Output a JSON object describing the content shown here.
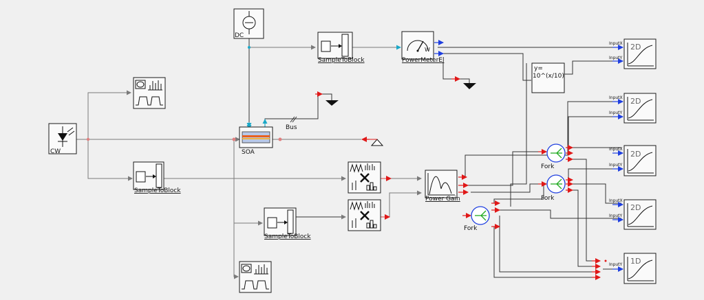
{
  "colors": {
    "background": "#f0f0f0",
    "wire_gray": "#7a7a7a",
    "wire_electrical": "#333333",
    "port_blue": "#1f3fe0",
    "port_red": "#e01818",
    "port_cyan": "#1aa8c8",
    "fork_ring": "#1f3fe0",
    "fork_arms": "#22aa22",
    "soa_fill": "#f0a040"
  },
  "blocks": {
    "dc": {
      "label": "DC",
      "icon": "dc-source-icon"
    },
    "cw": {
      "label": "CW",
      "icon": "laser-diode-icon"
    },
    "soa": {
      "label": "SOA",
      "icon": "soa-waveguide-icon"
    },
    "bus": {
      "label": "Bus"
    },
    "sampletoblock_top": {
      "label": "SampleToBlock",
      "icon": "sample-to-block-icon"
    },
    "sampletoblock_mid": {
      "label": "SampleToBlock",
      "icon": "sample-to-block-icon"
    },
    "sampletoblock_low": {
      "label": "SampleToBlock",
      "icon": "sample-to-block-icon"
    },
    "powermeter": {
      "label": "PowerMeterEl",
      "unit": "W",
      "icon": "power-meter-icon"
    },
    "formula": {
      "line1": "y=",
      "line2": "10^(x/10)"
    },
    "power_gain": {
      "label": "Power Gain",
      "icon": "gain-curve-icon"
    },
    "forks": [
      {
        "label": "Fork"
      },
      {
        "label": "Fork"
      },
      {
        "label": "Fork"
      }
    ],
    "signal_analyzer_top": {
      "icon": "signal-analyzer-icon"
    },
    "signal_analyzer_bottom": {
      "icon": "signal-analyzer-icon"
    },
    "multiplier_top": {
      "icon": "multiplier-icon"
    },
    "multiplier_bottom": {
      "icon": "multiplier-icon"
    },
    "scopes": [
      {
        "label": "2D",
        "inputs": [
          "InputX",
          "InputY"
        ]
      },
      {
        "label": "2D",
        "inputs": [
          "InputX",
          "InputY"
        ]
      },
      {
        "label": "2D",
        "inputs": [
          "InputX",
          "InputY"
        ]
      },
      {
        "label": "2D",
        "inputs": [
          "InputX",
          "InputY"
        ]
      },
      {
        "label": "1D",
        "inputs": [
          "InputY"
        ]
      }
    ],
    "ground": {
      "icon": "ground-icon"
    },
    "terminator": {
      "icon": "terminator-icon"
    }
  }
}
